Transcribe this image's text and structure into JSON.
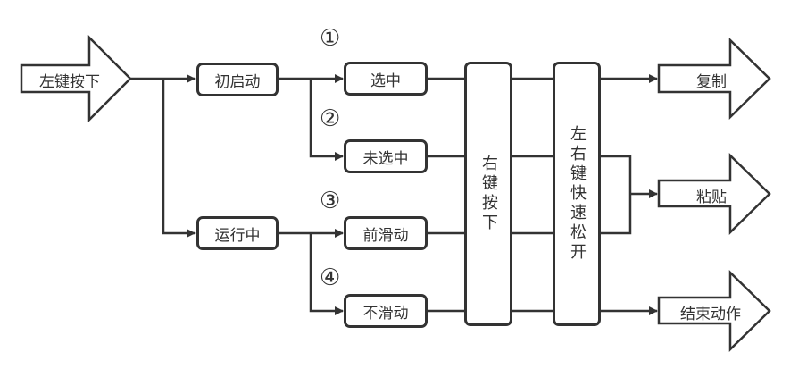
{
  "diagram": {
    "start": "左键按下",
    "states": {
      "init": "初启动",
      "running": "运行中"
    },
    "conditions": [
      {
        "number": "①",
        "label": "选中"
      },
      {
        "number": "②",
        "label": "未选中"
      },
      {
        "number": "③",
        "label": "前滑动"
      },
      {
        "number": "④",
        "label": "不滑动"
      }
    ],
    "right_press": "右键按下",
    "fast_release": "左右键快速松开",
    "outcomes": {
      "copy": "复制",
      "paste": "粘贴",
      "end": "结束动作"
    }
  }
}
